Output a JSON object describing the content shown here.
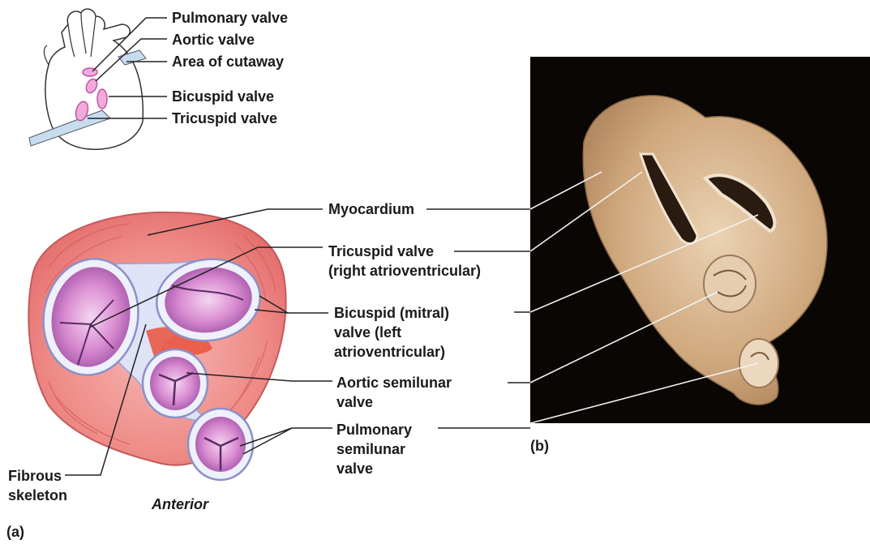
{
  "inset_labels": {
    "pulmonary_valve": "Pulmonary valve",
    "aortic_valve": "Aortic valve",
    "area_of_cutaway": "Area of cutaway",
    "bicuspid_valve": "Bicuspid valve",
    "tricuspid_valve": "Tricuspid valve"
  },
  "center_labels": {
    "myocardium": "Myocardium",
    "tricuspid_line1": "Tricuspid valve",
    "tricuspid_line2": "(right atrioventricular)",
    "bicuspid_line1": "Bicuspid (mitral)",
    "bicuspid_line2": "valve (left",
    "bicuspid_line3": "atrioventricular)",
    "aortic_line1": "Aortic semilunar",
    "aortic_line2": "valve",
    "pulmonary_line1": "Pulmonary",
    "pulmonary_line2": "semilunar",
    "pulmonary_line3": "valve"
  },
  "left_labels": {
    "fibrous_line1": "Fibrous",
    "fibrous_line2": "skeleton",
    "anterior": "Anterior",
    "panel_a": "(a)"
  },
  "right_labels": {
    "panel_b": "(b)"
  },
  "colors": {
    "valve_pink": "#e79ad0",
    "myocardium_red": "#e86a6a",
    "photo_bg": "#0a0604",
    "specimen_tan": "#d8b48a"
  }
}
